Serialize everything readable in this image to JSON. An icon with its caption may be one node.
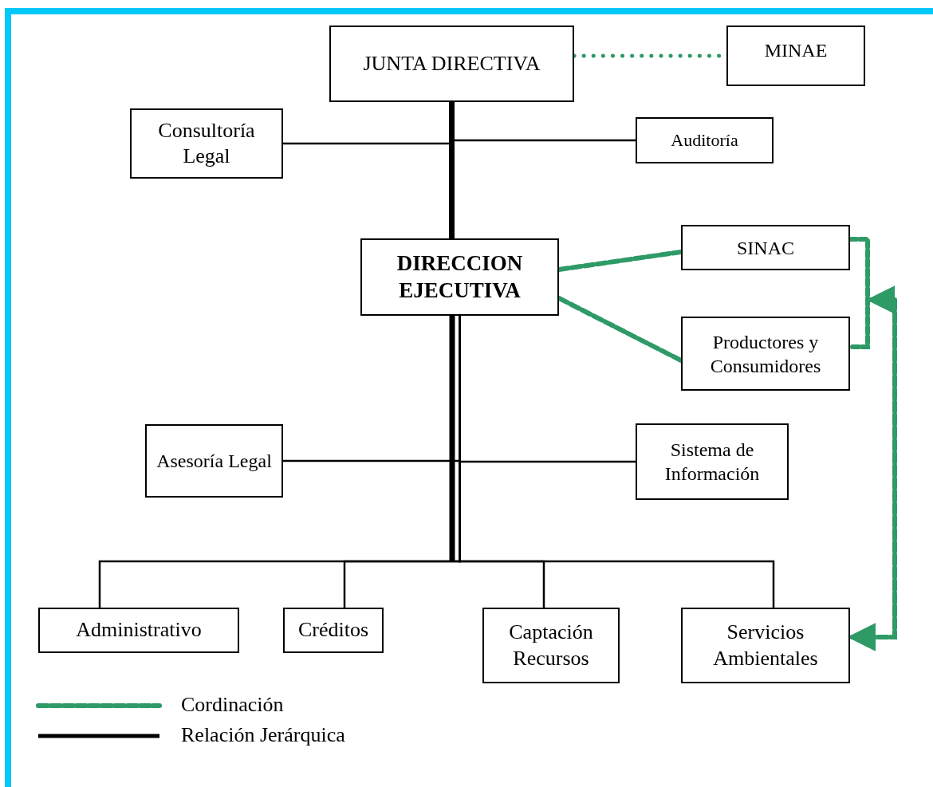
{
  "diagram": {
    "nodes": [
      {
        "text": [
          "JUNTA DIRECTIVA"
        ]
      },
      {
        "text": [
          "MINAE"
        ]
      },
      {
        "text": [
          "Consultoría Legal"
        ]
      },
      {
        "text": [
          "Auditoría"
        ]
      },
      {
        "text": [
          "DIRECCION EJECUTIVA"
        ]
      },
      {
        "text": [
          "SINAC"
        ]
      },
      {
        "text": [
          "Productores y Consumidores"
        ]
      },
      {
        "text": [
          "Asesoría Legal"
        ]
      },
      {
        "text": [
          "Sistema de Información"
        ]
      },
      {
        "text": [
          "Administrativo"
        ]
      },
      {
        "text": [
          "Créditos"
        ]
      },
      {
        "text": [
          "Captación Recursos"
        ]
      },
      {
        "text": [
          "Servicios Ambientales"
        ]
      }
    ],
    "edges": [
      {
        "from": 0,
        "to": 1,
        "arrow": "none",
        "style": "dashed",
        "color": "#2e9a66"
      },
      {
        "from": 0,
        "to": 4,
        "arrow": "none",
        "style": "thick"
      },
      {
        "from": 0,
        "to": 2,
        "arrow": "none"
      },
      {
        "from": 0,
        "to": 3,
        "arrow": "none"
      },
      {
        "from": 4,
        "to": 5,
        "arrow": "none",
        "style": "dashed",
        "color": "#2e9a66"
      },
      {
        "from": 4,
        "to": 6,
        "arrow": "none",
        "style": "dashed",
        "color": "#2e9a66"
      },
      {
        "from": 4,
        "to": 7,
        "arrow": "none"
      },
      {
        "from": 4,
        "to": 8,
        "arrow": "none"
      },
      {
        "from": 4,
        "to": 9,
        "arrow": "none"
      },
      {
        "from": 4,
        "to": 10,
        "arrow": "none"
      },
      {
        "from": 4,
        "to": 11,
        "arrow": "none"
      },
      {
        "from": 4,
        "to": 12,
        "arrow": "none"
      },
      {
        "from": 5,
        "to": 6,
        "arrow": "none",
        "style": "dashed",
        "color": "#2e9a66"
      },
      {
        "from": 6,
        "to": 12,
        "arrow": "both",
        "style": "dashed",
        "color": "#2e9a66"
      }
    ],
    "legend": [
      {
        "text": "Cordinación"
      },
      {
        "text": "Relación Jerárquica"
      }
    ]
  }
}
